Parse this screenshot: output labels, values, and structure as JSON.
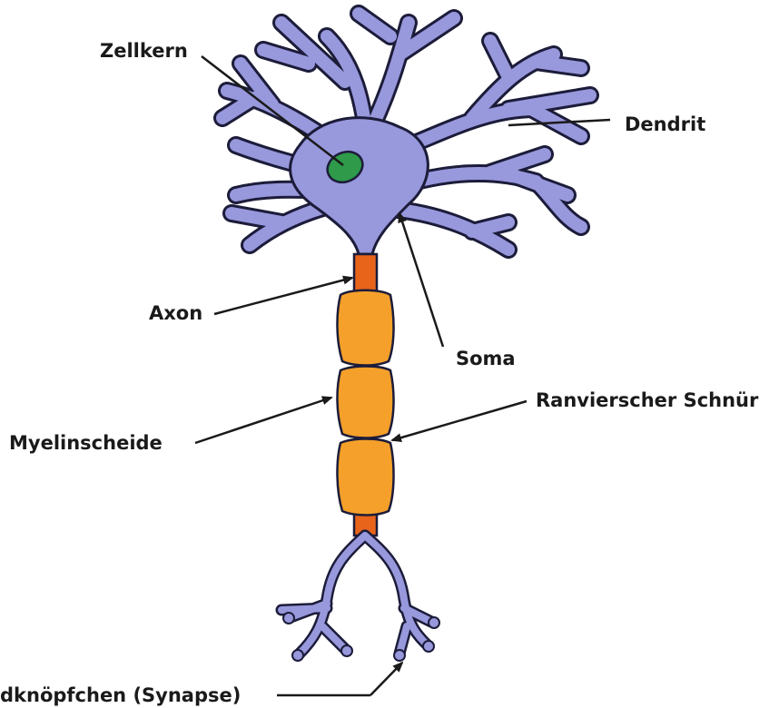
{
  "labels": {
    "zellkern": "Zellkern",
    "dendrit": "Dendrit",
    "axon": "Axon",
    "soma": "Soma",
    "ranvier": "Ranvierscher Schnür",
    "myelin": "Myelinscheide",
    "endknoepfchen": "dknöpfchen (Synapse)"
  },
  "colors": {
    "neuron_fill": "#9898dd",
    "neuron_stroke": "#1c1c3a",
    "nucleus": "#2e9a4a",
    "axon_segment": "#e8641a",
    "myelin": "#f5a02a",
    "arrow": "#1a1a1a"
  }
}
